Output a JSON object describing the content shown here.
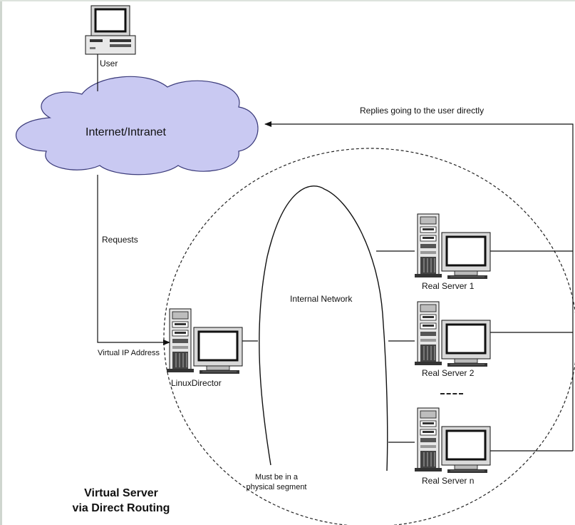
{
  "user": {
    "label": "User"
  },
  "cloud": {
    "label": "Internet/Intranet"
  },
  "flows": {
    "replies": "Replies going to the user directly",
    "requests": "Requests",
    "vip": "Virtual IP Address"
  },
  "director": {
    "label": "LinuxDirector"
  },
  "network": {
    "label": "Internal Network",
    "note_line1": "Must be in a",
    "note_line2": "physical segment"
  },
  "servers": [
    {
      "label": "Real Server 1"
    },
    {
      "label": "Real Server 2"
    },
    {
      "label": "Real Server n"
    }
  ],
  "title": {
    "line1": "Virtual Server",
    "line2": "via Direct Routing"
  },
  "colors": {
    "cloud_fill": "#c9c9f2",
    "cloud_stroke": "#3a3a7a",
    "monitor_screen": "#ffffff"
  }
}
